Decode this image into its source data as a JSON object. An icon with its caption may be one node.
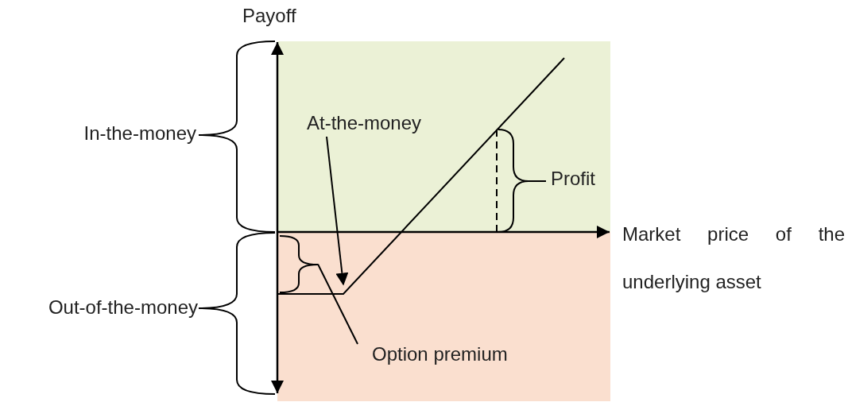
{
  "diagram": {
    "nodes": [
      {
        "text": [
          "At-the-money"
        ]
      },
      {
        "text": [
          "Option premium"
        ]
      },
      {
        "text": [],
        "shape": "bracket"
      }
    ],
    "edges": [
      {
        "from": 0,
        "to": null,
        "arrow": "to"
      },
      {
        "from": 1,
        "to": 2,
        "arrow": "none"
      }
    ],
    "labels": [
      "Payoff",
      "In-the-money",
      "Profit",
      "Market price of the underlying asset",
      "Out-of-the-money"
    ]
  }
}
